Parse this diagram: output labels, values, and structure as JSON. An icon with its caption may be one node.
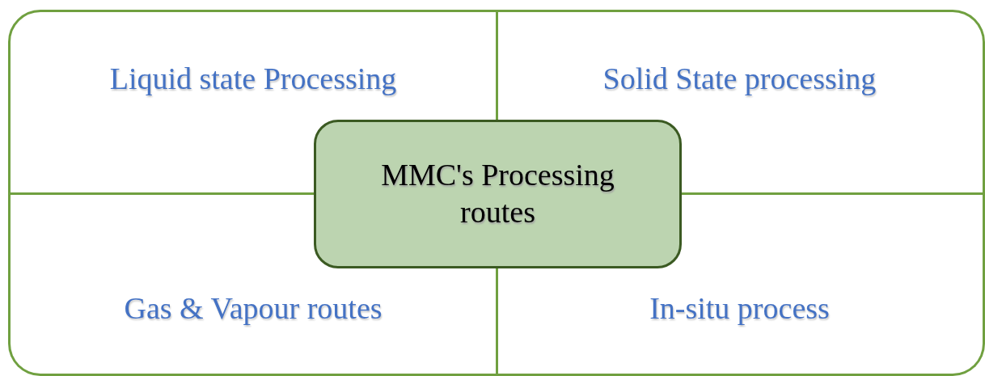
{
  "diagram": {
    "nodes": [
      {
        "text": [
          "Liquid state Processing"
        ]
      },
      {
        "text": [
          "Solid State processing"
        ]
      },
      {
        "text": [
          "Gas & Vapour routes"
        ]
      },
      {
        "text": [
          "In-situ process"
        ]
      },
      {
        "text": [
          "MMC's Processing routes"
        ]
      }
    ]
  }
}
